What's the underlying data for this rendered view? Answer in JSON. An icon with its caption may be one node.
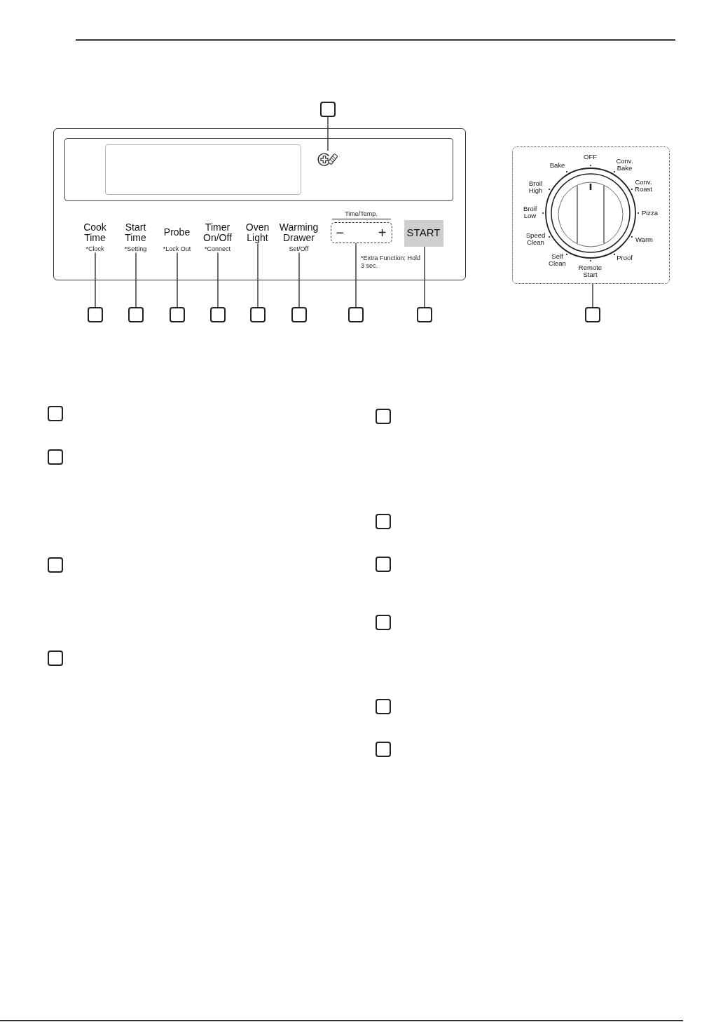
{
  "diagram": {
    "nodes": [
      {
        "text": [
          "*Extra Function: Hold 3 sec."
        ]
      },
      {
        "text": [],
        "shape": "box",
        "in": 0
      },
      {
        "text": [],
        "shape": "box",
        "in": 1
      },
      {
        "text": [],
        "shape": "picture",
        "in": 1
      },
      {
        "text": [
          "Cook Time",
          "*Clock"
        ],
        "in": 0
      },
      {
        "text": [
          "Start Time",
          "*Setting"
        ],
        "in": 0
      },
      {
        "text": [
          "Probe",
          "*Lock Out"
        ],
        "in": 0
      },
      {
        "text": [
          "Timer On/Off",
          "*Connect"
        ],
        "in": 0
      },
      {
        "text": [
          "Oven Light"
        ],
        "in": 0
      },
      {
        "text": [
          "Warming Drawer",
          "Set/Off"
        ],
        "in": 0
      },
      {
        "text": [
          "Time/Temp.",
          "−",
          "+"
        ],
        "in": 0
      },
      {
        "text": [
          "START"
        ],
        "in": 0
      },
      {
        "text": [
          "OFF",
          "Bake",
          "Conv. Bake",
          "Broil High",
          "Conv. Roast",
          "Broil Low",
          "Pizza",
          "Speed Clean",
          "Warm",
          "Self Clean",
          "Proof",
          "Remote Start"
        ]
      },
      {
        "text": [],
        "shape": "box"
      },
      {
        "text": [],
        "shape": "box"
      },
      {
        "text": [],
        "shape": "box"
      },
      {
        "text": [],
        "shape": "box"
      },
      {
        "text": [],
        "shape": "box"
      },
      {
        "text": [],
        "shape": "box"
      },
      {
        "text": [],
        "shape": "box"
      },
      {
        "text": [],
        "shape": "box"
      },
      {
        "text": [],
        "shape": "box"
      },
      {
        "text": [],
        "shape": "box"
      },
      {
        "text": [],
        "shape": "box"
      },
      {
        "text": [],
        "shape": "box"
      },
      {
        "text": [],
        "shape": "box"
      },
      {
        "text": [],
        "shape": "box"
      },
      {
        "text": [],
        "shape": "box"
      },
      {
        "text": [],
        "shape": "box"
      },
      {
        "text": [],
        "shape": "box"
      },
      {
        "text": [],
        "shape": "box"
      },
      {
        "text": [],
        "shape": "box"
      },
      {
        "text": [],
        "shape": "box"
      }
    ],
    "edges": [
      {
        "from": 13,
        "to": 3,
        "arrow": "none"
      },
      {
        "from": 14,
        "to": 4,
        "arrow": "none"
      },
      {
        "from": 15,
        "to": 5,
        "arrow": "none"
      },
      {
        "from": 16,
        "to": 6,
        "arrow": "none"
      },
      {
        "from": 17,
        "to": 7,
        "arrow": "none"
      },
      {
        "from": 18,
        "to": 8,
        "arrow": "none"
      },
      {
        "from": 19,
        "to": 9,
        "arrow": "none"
      },
      {
        "from": 20,
        "to": 10,
        "arrow": "none"
      },
      {
        "from": 21,
        "to": 11,
        "arrow": "none"
      },
      {
        "from": 22,
        "to": 12,
        "arrow": "none"
      }
    ]
  }
}
